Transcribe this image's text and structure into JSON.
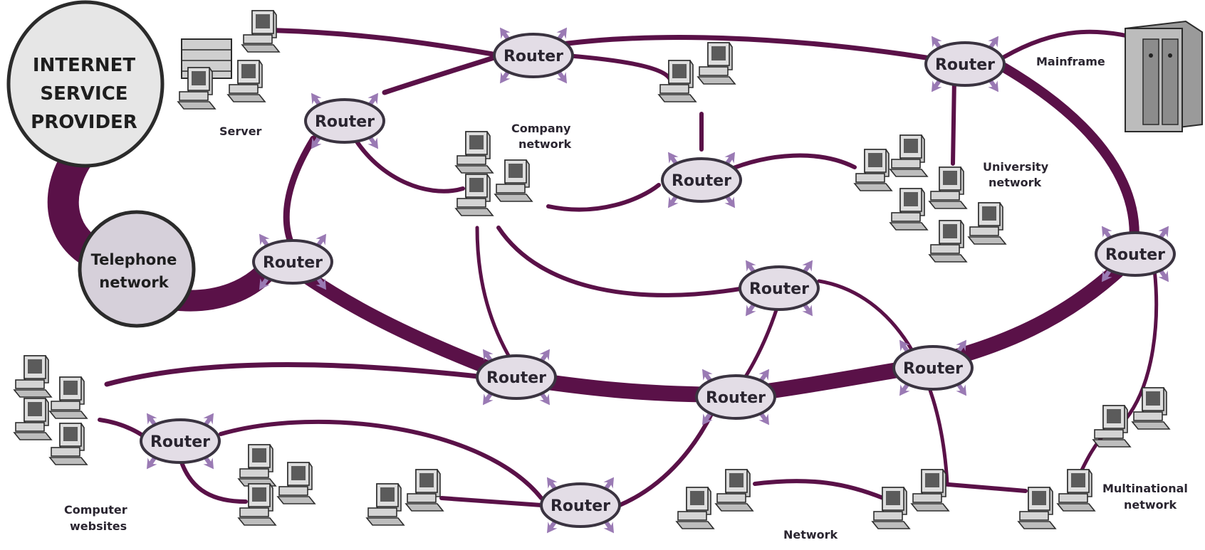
{
  "colors": {
    "link": "#5a1148",
    "router_fill": "#e3dde6",
    "router_stroke": "#3a3340",
    "arrow": "#9a7ab4",
    "computer_body": "#d9d9d9",
    "computer_dark": "#4a4a4a",
    "background": "#ffffff"
  },
  "isp": {
    "lines": [
      "INTERNET",
      "SERVICE",
      "PROVIDER"
    ]
  },
  "telephone": {
    "lines": [
      "Telephone",
      "network"
    ]
  },
  "router_label": "Router",
  "labels": {
    "server": "Server",
    "company_network": [
      "Company",
      "network"
    ],
    "mainframe": "Mainframe",
    "university_network": [
      "University",
      "network"
    ],
    "computer_websites": [
      "Computer",
      "websites"
    ],
    "network": "Network",
    "multinational_network": [
      "Multinational",
      "network"
    ]
  },
  "icons": [
    "computer-icon",
    "server-icon",
    "mainframe-icon",
    "router-node",
    "arrow-icon"
  ]
}
